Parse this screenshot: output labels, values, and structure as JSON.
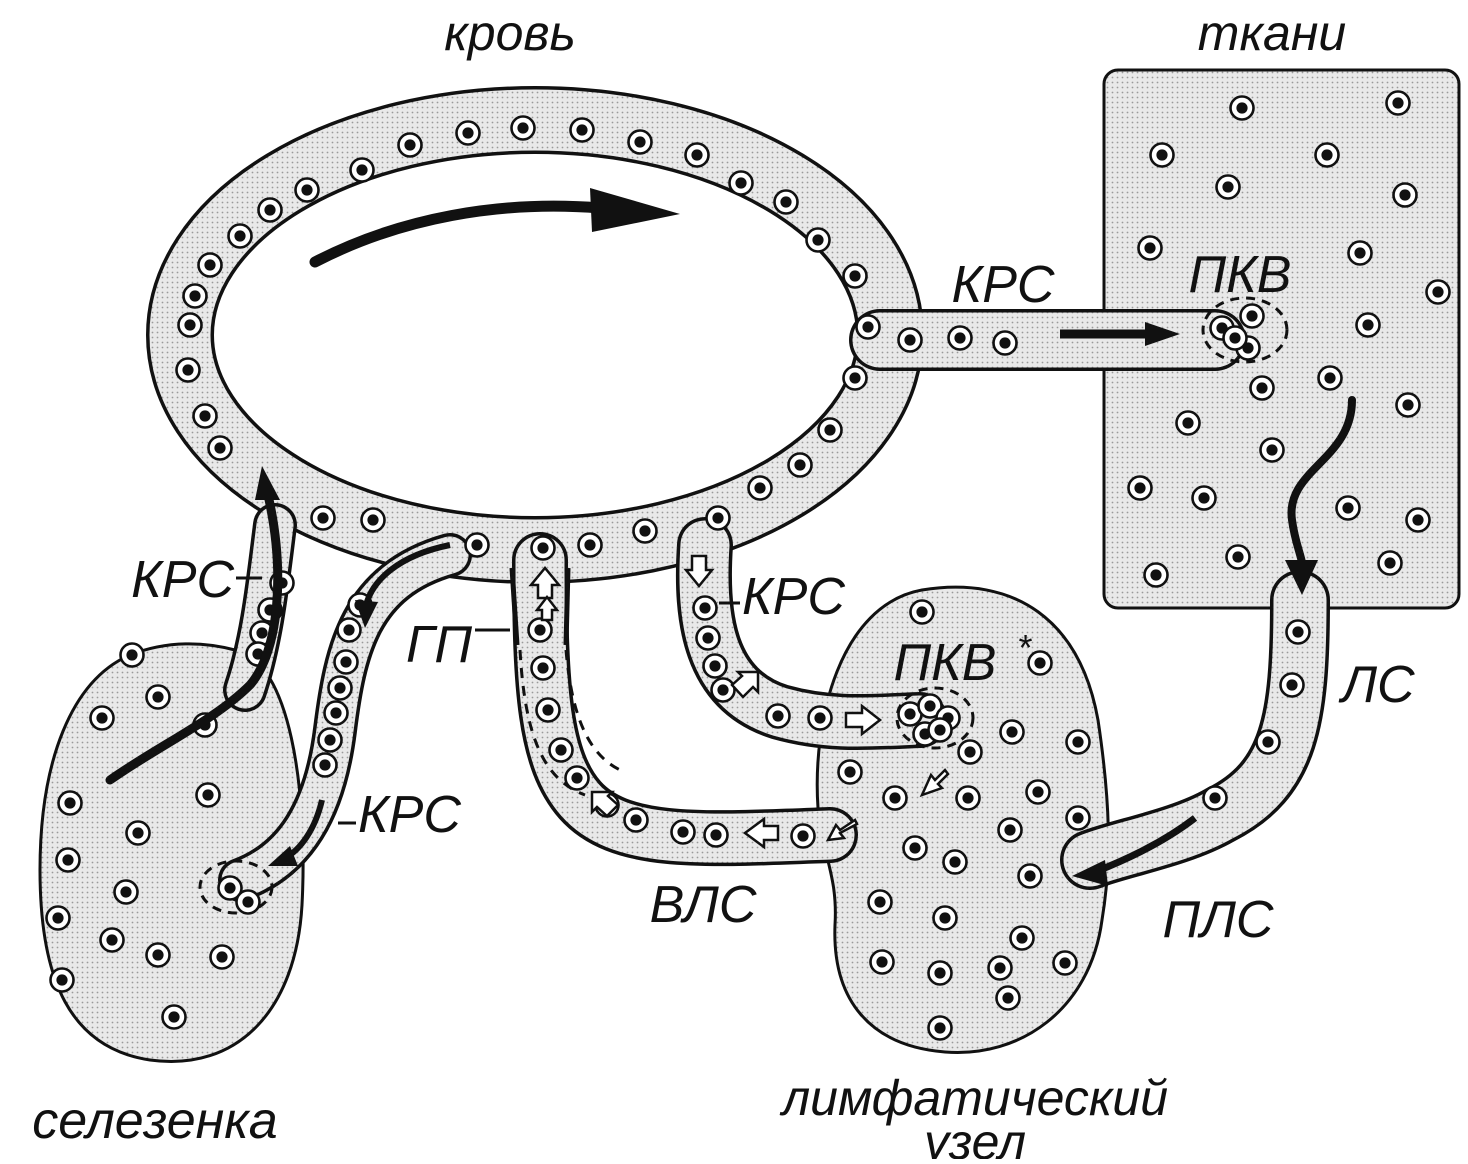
{
  "colors": {
    "ink": "#111111",
    "fill": "#e4e4e4",
    "background": "#ffffff"
  },
  "regions": {
    "blood": "кровь",
    "tissues": "ткани",
    "spleen": "селезенка",
    "lymph_node_line1": "лимфатический",
    "lymph_node_line2": "узел"
  },
  "labels": {
    "krs_tissue": "КРС",
    "pkv_tissue": "ПКВ",
    "krs_left": "КРС",
    "krs_spleen": "КРС",
    "gp": "ГП",
    "krs_lymph": "КРС",
    "pkv_lymph": "ПКВ",
    "pkv_lymph_mark": "*",
    "ls": "ЛС",
    "pls": "ПЛС",
    "vls": "ВЛС"
  }
}
